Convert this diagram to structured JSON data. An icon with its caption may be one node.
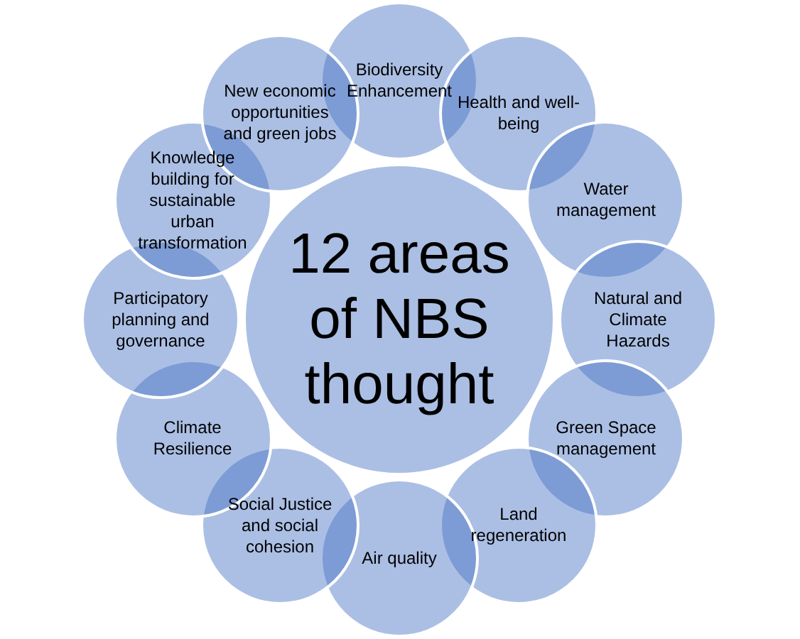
{
  "diagram": {
    "nodes": [
      {
        "text": [
          "12 areas of NBS thought"
        ]
      },
      {
        "text": [
          "Biodiversity Enhancement"
        ]
      },
      {
        "text": [
          "Health and well-being"
        ]
      },
      {
        "text": [
          "Water management"
        ]
      },
      {
        "text": [
          "Natural and Climate Hazards"
        ]
      },
      {
        "text": [
          "Green Space management"
        ]
      },
      {
        "text": [
          "Land regeneration"
        ]
      },
      {
        "text": [
          "Air quality"
        ]
      },
      {
        "text": [
          "Social Justice and social cohesion"
        ]
      },
      {
        "text": [
          "Climate Resilience"
        ]
      },
      {
        "text": [
          "Participatory planning and governance"
        ]
      },
      {
        "text": [
          "Knowledge building for sustainable urban transformation"
        ]
      },
      {
        "text": [
          "New economic opportunities and green jobs"
        ]
      }
    ]
  }
}
